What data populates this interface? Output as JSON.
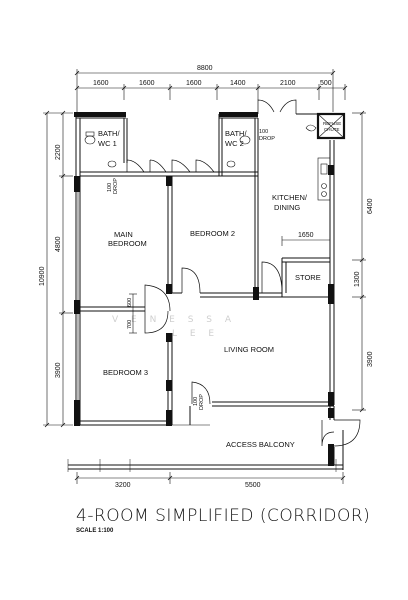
{
  "title": "4-ROOM SIMPLIFIED (CORRIDOR)",
  "scale": "SCALE  1:100",
  "watermark": {
    "line1": "V E N E S S A",
    "line2": "L E E"
  },
  "rooms": {
    "bath_wc_1": [
      "BATH/",
      "WC  1"
    ],
    "bath_wc_2": [
      "BATH/",
      "WC  2"
    ],
    "main_bedroom": [
      "MAIN",
      "BEDROOM"
    ],
    "bedroom_2": "BEDROOM  2",
    "kitchen_dining": [
      "KITCHEN/",
      "DINING"
    ],
    "store": "STORE",
    "living_room": "LIVING ROOM",
    "bedroom_3": "BEDROOM  3",
    "access_balcony": "ACCESS BALCONY"
  },
  "annotations": {
    "drop_1": [
      "100",
      "DROP"
    ],
    "drop_2": [
      "100",
      "DROP"
    ],
    "drop_3": [
      "100",
      "DROP"
    ],
    "refuse_chute": [
      "REFUSE",
      "CHUTE"
    ]
  },
  "dimensions": {
    "overall_width": "8800",
    "top": [
      "1600",
      "1600",
      "1600",
      "1400",
      "2100",
      "500"
    ],
    "bottom": [
      "3200",
      "5500"
    ],
    "left_overall": "10900",
    "left": [
      "2200",
      "4800",
      "3900"
    ],
    "right": [
      "6400",
      "1300",
      "3900"
    ],
    "internal": [
      "1650",
      "600",
      "700"
    ]
  }
}
